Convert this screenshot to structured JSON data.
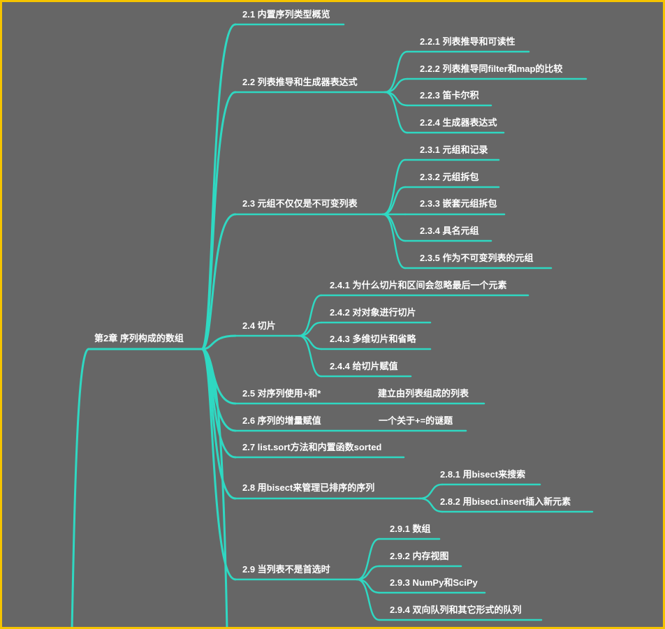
{
  "root": {
    "label": "第2章 序列构成的数组"
  },
  "colors": {
    "line": "#2fd8c2",
    "background": "#666666",
    "border": "#f5c400",
    "text": "#ffffff"
  },
  "branches": [
    {
      "label": "2.1 内置序列类型概览",
      "children": []
    },
    {
      "label": "2.2 列表推导和生成器表达式",
      "children": [
        {
          "label": "2.2.1 列表推导和可读性"
        },
        {
          "label": "2.2.2 列表推导同filter和map的比较"
        },
        {
          "label": "2.2.3 笛卡尔积"
        },
        {
          "label": "2.2.4 生成器表达式"
        }
      ]
    },
    {
      "label": "2.3 元组不仅仅是不可变列表",
      "children": [
        {
          "label": "2.3.1 元组和记录"
        },
        {
          "label": "2.3.2 元组拆包"
        },
        {
          "label": "2.3.3 嵌套元组拆包"
        },
        {
          "label": "2.3.4 具名元组"
        },
        {
          "label": "2.3.5 作为不可变列表的元组"
        }
      ]
    },
    {
      "label": "2.4 切片",
      "children": [
        {
          "label": "2.4.1 为什么切片和区间会忽略最后一个元素"
        },
        {
          "label": "2.4.2 对对象进行切片"
        },
        {
          "label": "2.4.3 多维切片和省略"
        },
        {
          "label": "2.4.4 给切片赋值"
        }
      ]
    },
    {
      "label": "2.5 对序列使用+和*",
      "children": [
        {
          "label": "建立由列表组成的列表"
        }
      ]
    },
    {
      "label": "2.6 序列的增量赋值",
      "children": [
        {
          "label": "一个关于+=的谜题"
        }
      ]
    },
    {
      "label": "2.7 list.sort方法和内置函数sorted",
      "children": []
    },
    {
      "label": "2.8 用bisect来管理已排序的序列",
      "children": [
        {
          "label": "2.8.1 用bisect来搜索"
        },
        {
          "label": "2.8.2 用bisect.insert插入新元素"
        }
      ]
    },
    {
      "label": "2.9 当列表不是首选时",
      "children": [
        {
          "label": "2.9.1 数组"
        },
        {
          "label": "2.9.2 内存视图"
        },
        {
          "label": "2.9.3 NumPy和SciPy"
        },
        {
          "label": "2.9.4 双向队列和其它形式的队列"
        }
      ]
    }
  ]
}
